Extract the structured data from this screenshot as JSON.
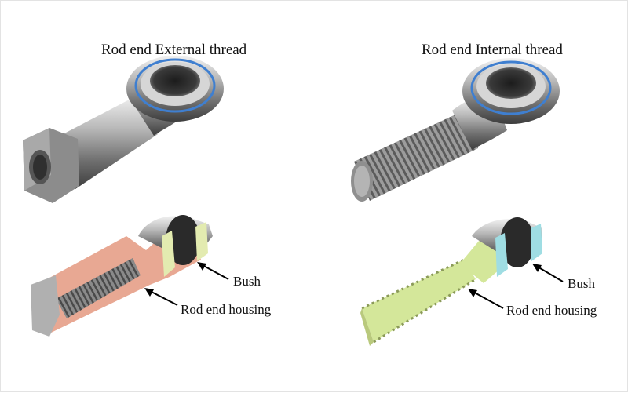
{
  "titles": {
    "left": "Rod end External thread",
    "right": "Rod end Internal thread"
  },
  "callouts": {
    "left_bush": "Bush",
    "left_housing": "Rod end housing",
    "right_bush": "Bush",
    "right_housing": "Rod end housing"
  },
  "colors": {
    "left_housing_section": "#e8a893",
    "right_housing_section": "#d4e79a",
    "left_bush_section": "#e3ebb0",
    "right_bush_section": "#9fdde3",
    "bearing_ring": "#3f7fd0"
  }
}
